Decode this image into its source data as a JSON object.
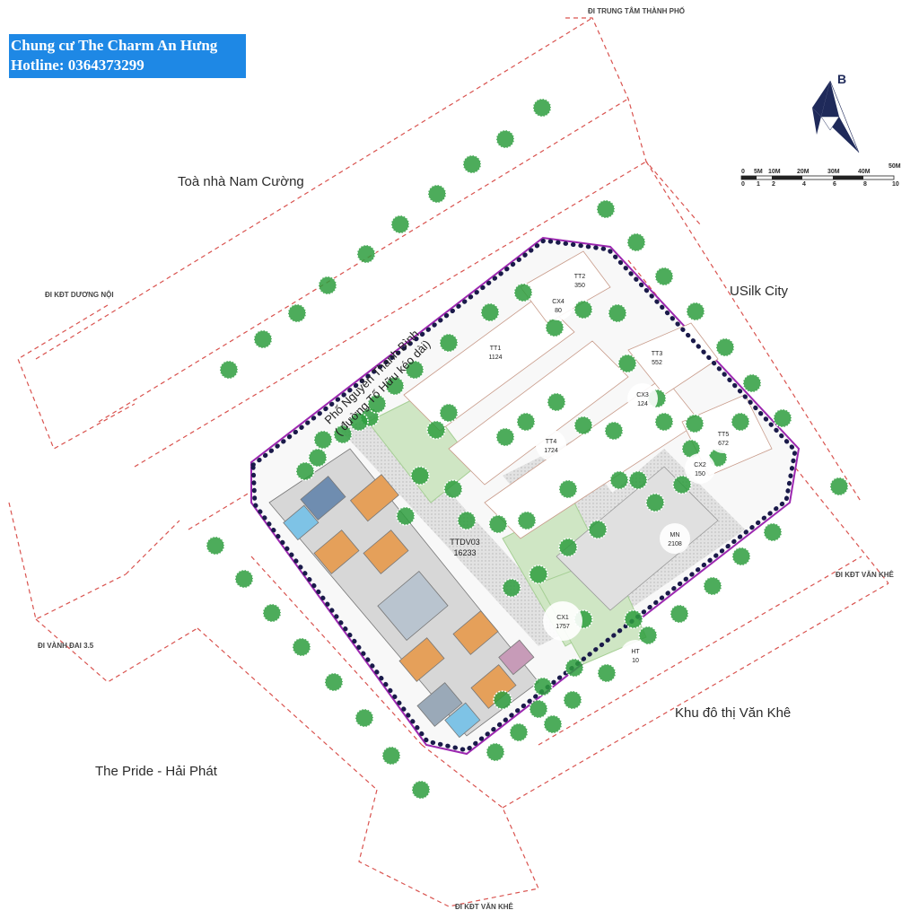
{
  "banner": {
    "title": "Chung cư The Charm An Hưng",
    "hotline": "Hotline: 0364373299"
  },
  "labels": {
    "nam_cuong": "Toà nhà Nam Cường",
    "usilk": "USilk City",
    "van_khe_area": "Khu đô thị Văn Khê",
    "the_pride": "The Pride - Hải Phát"
  },
  "directions": {
    "trung_tam": "ĐI TRUNG TÂM THÀNH PHỐ",
    "duong_noi": "ĐI KĐT DƯƠNG NỘI",
    "vanh_dai": "ĐI VÀNH ĐAI 3.5",
    "van_khe_right": "ĐI KĐT VĂN KHÊ",
    "van_khe_bottom": "ĐI KĐT VĂN KHÊ"
  },
  "street": {
    "line1": "Phố Nguyễn Thanh Bình",
    "line2": "( đường Tố Hữu kéo dài)"
  },
  "compass": {
    "letter": "B"
  },
  "scale": {
    "top": [
      "0",
      "5M",
      "10M",
      "20M",
      "30M",
      "40M",
      "50M"
    ],
    "bottom": [
      "0",
      "1",
      "2",
      "4",
      "6",
      "8",
      "10"
    ]
  },
  "plots": [
    {
      "code": "TT2",
      "value": "350"
    },
    {
      "code": "CX4",
      "value": "80"
    },
    {
      "code": "TT1",
      "value": "1124"
    },
    {
      "code": "TT3",
      "value": "552"
    },
    {
      "code": "CX3",
      "value": "124"
    },
    {
      "code": "TT4",
      "value": "1724"
    },
    {
      "code": "TT5",
      "value": "672"
    },
    {
      "code": "CX2",
      "value": "150"
    },
    {
      "code": "MN",
      "value": "2108"
    },
    {
      "code": "TTDV03",
      "value": "16233"
    },
    {
      "code": "CX1",
      "value": "1757"
    },
    {
      "code": "HT",
      "value": "10"
    }
  ],
  "colors": {
    "road_dash": "#d9534f",
    "boundary_dot": "#1a1a4a",
    "boundary_line": "#9c27b0",
    "green": "#2e9e3e",
    "park": "#cfe6c4",
    "banner": "#1e88e5"
  }
}
